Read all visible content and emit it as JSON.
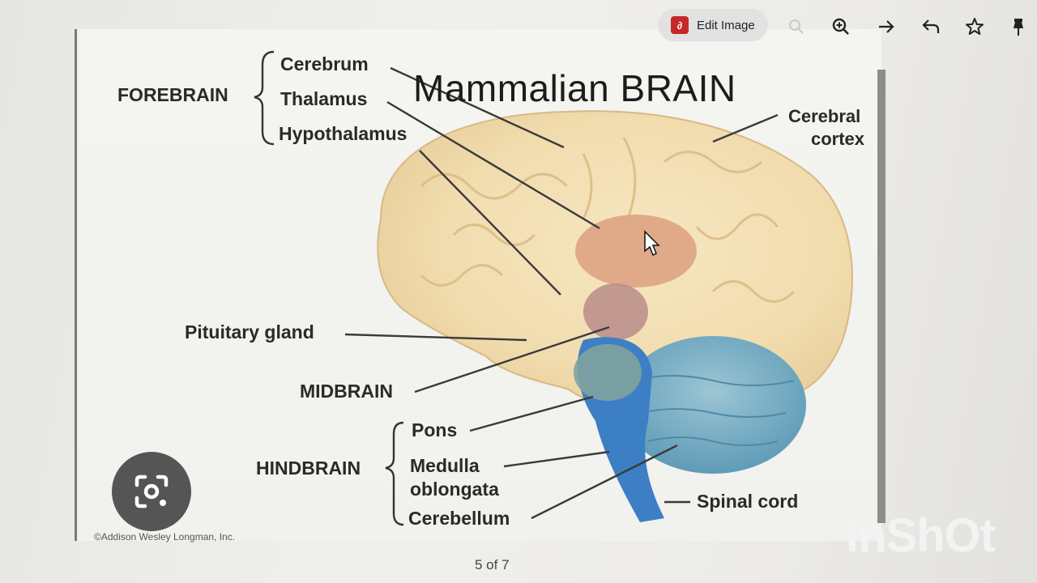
{
  "toolbar": {
    "edit_image_label": "Edit Image",
    "icons": [
      "pdf-icon",
      "search-icon",
      "zoom-in-icon",
      "arrow-right-icon",
      "undo-icon",
      "star-icon",
      "pin-icon"
    ]
  },
  "diagram": {
    "title": "Mammalian BRAIN",
    "groups": {
      "forebrain": "FOREBRAIN",
      "midbrain": "MIDBRAIN",
      "hindbrain": "HINDBRAIN"
    },
    "labels": {
      "cerebrum": "Cerebrum",
      "thalamus": "Thalamus",
      "hypothalamus": "Hypothalamus",
      "cerebral_cortex_1": "Cerebral",
      "cerebral_cortex_2": "cortex",
      "pituitary": "Pituitary gland",
      "pons": "Pons",
      "medulla_1": "Medulla",
      "medulla_2": "oblongata",
      "cerebellum": "Cerebellum",
      "spinal_cord": "Spinal cord"
    },
    "copyright": "©Addison Wesley Longman, Inc."
  },
  "viewer": {
    "page_count": "5 of 7"
  },
  "watermark": "InShOt",
  "colors": {
    "brain": "#f3dfb2",
    "thalamus": "#d79a7a",
    "cerebellum": "#7fb2c8",
    "brainstem": "#3d7fc4",
    "pdf_red": "#c62828"
  }
}
